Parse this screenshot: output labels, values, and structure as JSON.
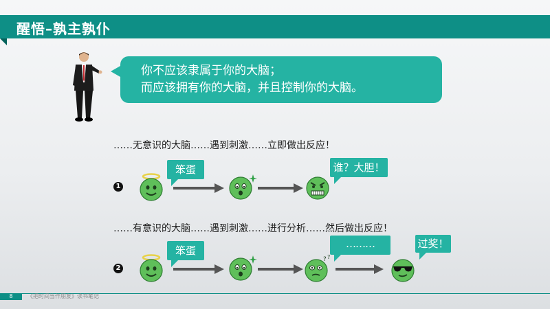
{
  "title": "醒悟–孰主孰仆",
  "main_bubble": {
    "line1": "你不应该隶属于你的大脑；",
    "line2": "而应该拥有你的大脑，并且控制你的大脑。"
  },
  "row1": {
    "number": "❶",
    "sentence": "……无意识的大脑……遇到刺激……立即做出反应！",
    "tag1": "笨蛋",
    "tag2": "谁？大胆！"
  },
  "row2": {
    "number": "❷",
    "sentence": "……有意识的大脑……遇到刺激……进行分析……然后做出反应！",
    "tag1": "笨蛋",
    "tag2": "………",
    "tag3": "过奖！"
  },
  "footer": {
    "page": "8",
    "text": "《把时间当作朋友》读书笔记"
  },
  "colors": {
    "accent": "#0e8f86",
    "bubble": "#25b3a3",
    "face": "#5fbf5a"
  }
}
